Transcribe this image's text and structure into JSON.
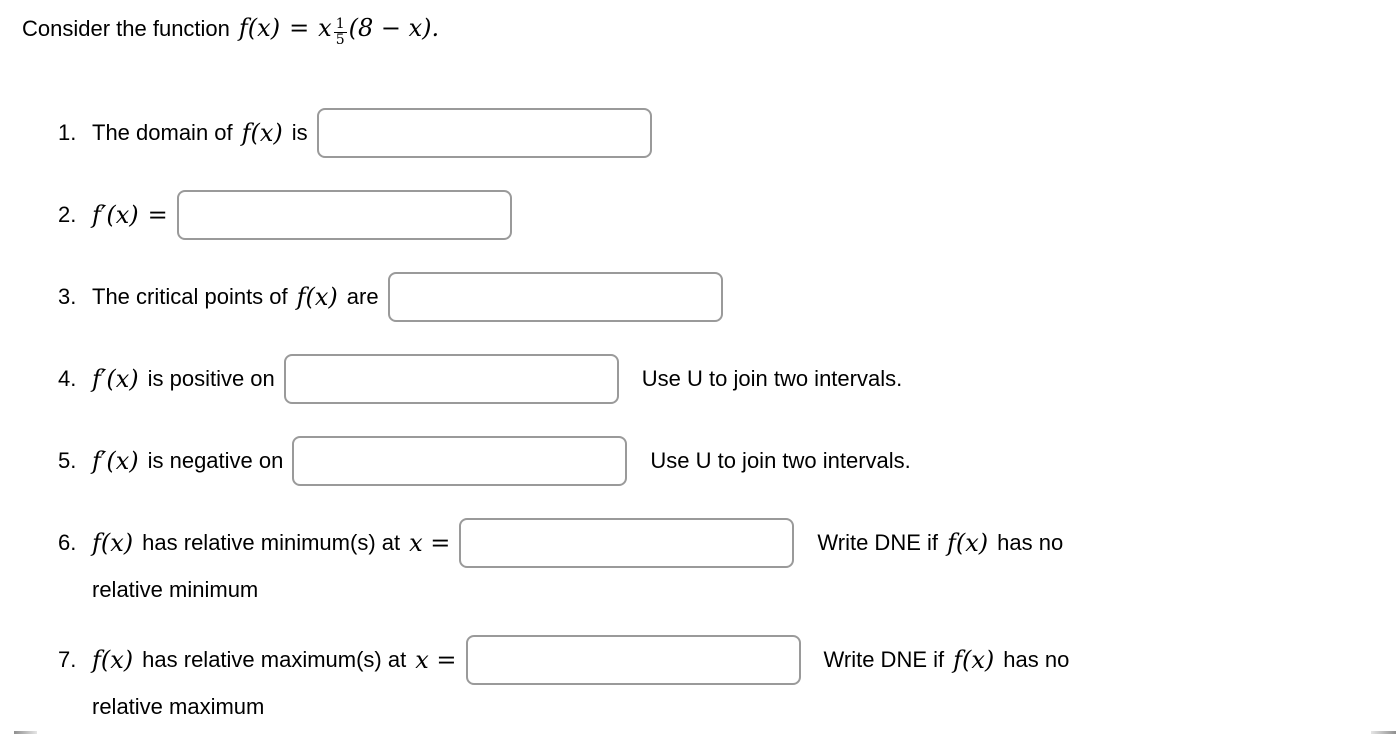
{
  "colors": {
    "background": "#ffffff",
    "text": "#000000",
    "input_border": "#9a9a9a"
  },
  "problem": {
    "intro": "Consider the function",
    "fx": "f(x)",
    "equals": "=",
    "base": "x",
    "exponent_numerator": "1",
    "exponent_denominator": "5",
    "tail": "(8 − x)."
  },
  "questions": [
    {
      "num": "1.",
      "pre": "The domain of",
      "math": "f(x)",
      "post": "is",
      "value": ""
    },
    {
      "num": "2.",
      "math": "f′(x)",
      "math2": "=",
      "value": ""
    },
    {
      "num": "3.",
      "pre": "The critical points of",
      "math": "f(x)",
      "post": "are",
      "value": ""
    },
    {
      "num": "4.",
      "math": "f′(x)",
      "post": "is positive on",
      "note": "Use U to join two intervals.",
      "value": ""
    },
    {
      "num": "5.",
      "math": "f′(x)",
      "post": "is negative on",
      "note": "Use U to join two intervals.",
      "value": ""
    },
    {
      "num": "6.",
      "math": "f(x)",
      "post": "has relative minimum(s) at",
      "math2": "x =",
      "note_pre": "Write DNE if",
      "note_math": "f(x)",
      "note_post": "has no",
      "line2": "relative minimum",
      "value": ""
    },
    {
      "num": "7.",
      "math": "f(x)",
      "post": "has relative maximum(s) at",
      "math2": "x =",
      "note_pre": "Write DNE if",
      "note_math": "f(x)",
      "note_post": "has no",
      "line2": "relative maximum",
      "value": ""
    }
  ]
}
